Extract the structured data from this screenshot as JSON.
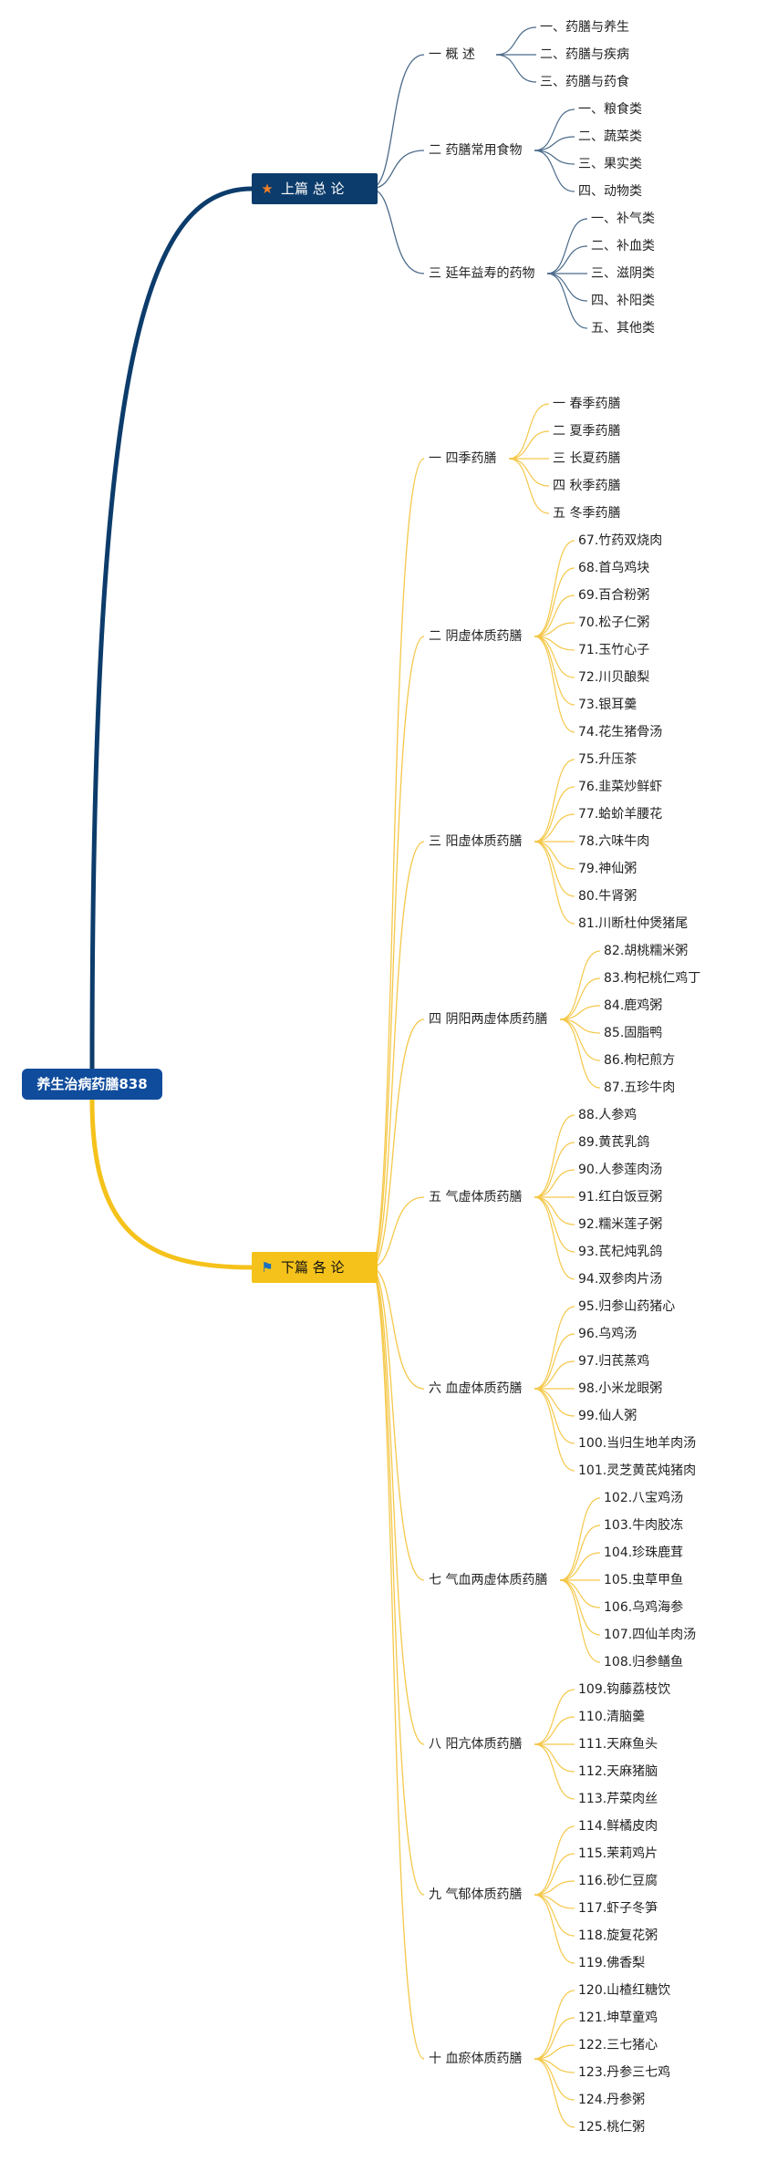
{
  "root": {
    "label": "养生治病药膳838"
  },
  "colors": {
    "upper": "#0c3c6b",
    "lower": "#f5c21b",
    "upper_line": "#4b6b8a",
    "lower_line": "#f5c84a"
  },
  "main": [
    {
      "label": "上篇 总 论",
      "icon": "star-icon",
      "branches": [
        {
          "label": "一 概 述",
          "items": [
            "一、药膳与养生",
            "二、药膳与疾病",
            "三、药膳与药食"
          ]
        },
        {
          "label": "二 药膳常用食物",
          "items": [
            "一、粮食类",
            "二、蔬菜类",
            "三、果实类",
            "四、动物类"
          ]
        },
        {
          "label": "三 延年益寿的药物",
          "items": [
            "一、补气类",
            "二、补血类",
            "三、滋阴类",
            "四、补阳类",
            "五、其他类"
          ]
        }
      ]
    },
    {
      "label": "下篇 各 论",
      "icon": "flag-icon",
      "branches": [
        {
          "label": "一 四季药膳",
          "items": [
            "一 春季药膳",
            "二 夏季药膳",
            "三 长夏药膳",
            "四 秋季药膳",
            "五 冬季药膳"
          ]
        },
        {
          "label": "二 阴虚体质药膳",
          "items": [
            "67.竹药双烧肉",
            "68.首乌鸡块",
            "69.百合粉粥",
            "70.松子仁粥",
            "71.玉竹心子",
            "72.川贝酿梨",
            "73.银耳羹",
            "74.花生猪骨汤"
          ]
        },
        {
          "label": "三 阳虚体质药膳",
          "items": [
            "75.升压茶",
            "76.韭菜炒鲜虾",
            "77.蛤蚧羊腰花",
            "78.六味牛肉",
            "79.神仙粥",
            "80.牛肾粥",
            "81.川断杜仲煲猪尾"
          ]
        },
        {
          "label": "四 阴阳两虚体质药膳",
          "items": [
            "82.胡桃糯米粥",
            "83.枸杞桃仁鸡丁",
            "84.鹿鸡粥",
            "85.固脂鸭",
            "86.枸杞煎方",
            "87.五珍牛肉"
          ]
        },
        {
          "label": "五 气虚体质药膳",
          "items": [
            "88.人参鸡",
            "89.黄芪乳鸽",
            "90.人参莲肉汤",
            "91.红白饭豆粥",
            "92.糯米莲子粥",
            "93.芪杞炖乳鸽",
            "94.双参肉片汤"
          ]
        },
        {
          "label": "六 血虚体质药膳",
          "items": [
            "95.归参山药猪心",
            "96.乌鸡汤",
            "97.归芪蒸鸡",
            "98.小米龙眼粥",
            "99.仙人粥",
            "100.当归生地羊肉汤",
            "101.灵芝黄芪炖猪肉"
          ]
        },
        {
          "label": "七 气血两虚体质药膳",
          "items": [
            "102.八宝鸡汤",
            "103.牛肉胶冻",
            "104.珍珠鹿茸",
            "105.虫草甲鱼",
            "106.乌鸡海参",
            "107.四仙羊肉汤",
            "108.归参鳝鱼"
          ]
        },
        {
          "label": "八 阳亢体质药膳",
          "items": [
            "109.钩藤荔枝饮",
            "110.清脑羹",
            "111.天麻鱼头",
            "112.天麻猪脑",
            "113.芹菜肉丝"
          ]
        },
        {
          "label": "九 气郁体质药膳",
          "items": [
            "114.鲜橘皮肉",
            "115.茉莉鸡片",
            "116.砂仁豆腐",
            "117.虾子冬笋",
            "118.旋复花粥",
            "119.佛香梨"
          ]
        },
        {
          "label": "十 血瘀体质药膳",
          "items": [
            "120.山楂红糖饮",
            "121.坤草童鸡",
            "122.三七猪心",
            "123.丹参三七鸡",
            "124.丹参粥",
            "125.桃仁粥"
          ]
        }
      ]
    }
  ]
}
